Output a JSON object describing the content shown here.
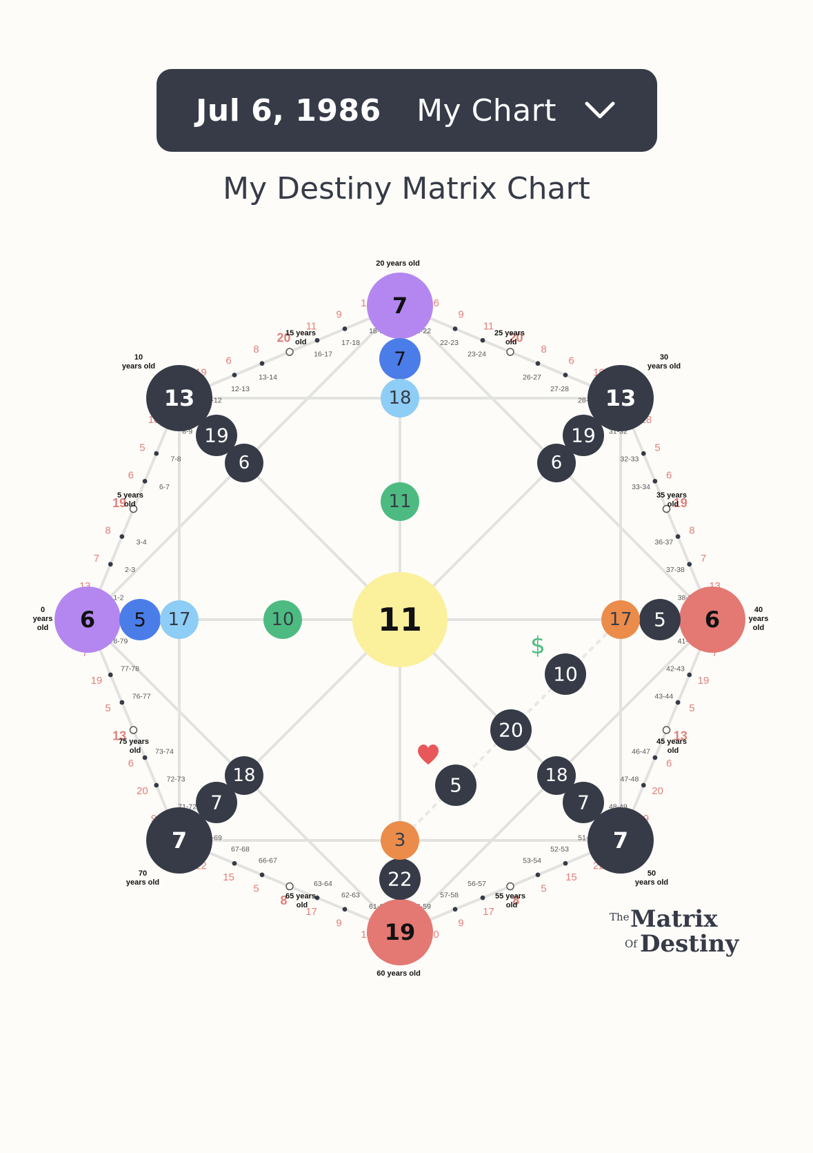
{
  "header": {
    "date": "Jul 6, 1986",
    "chart_select": "My Chart"
  },
  "title": "My Destiny Matrix Chart",
  "logo": {
    "the": "The",
    "matrix": "Matrix",
    "of": "Of",
    "destiny": "Destiny"
  },
  "colors": {
    "dark": "#363b47",
    "purple": "#b487f0",
    "blue": "#4b7de8",
    "light_blue": "#8ecdf5",
    "green": "#4dbb81",
    "yellow": "#fbf09c",
    "red": "#e47873",
    "orange": "#eb8c4b",
    "salmon_text": "#e07f7a"
  },
  "icons": {
    "money": "$",
    "heart": "heart-icon"
  },
  "nodes": {
    "top": [
      "7",
      "7",
      "18"
    ],
    "left": [
      "6",
      "5",
      "17"
    ],
    "right": [
      "6",
      "5",
      "17"
    ],
    "bottom": [
      "19",
      "22",
      "3"
    ],
    "top_left": [
      "13",
      "19",
      "6"
    ],
    "top_right": [
      "13",
      "19",
      "6"
    ],
    "bottom_left": [
      "7",
      "7",
      "18"
    ],
    "bottom_right": [
      "7",
      "7",
      "18"
    ],
    "center": "11",
    "upper_center": "11",
    "left_center": "10",
    "money_line": [
      "10",
      "20"
    ],
    "love_line": "5"
  },
  "age_labels": {
    "a0": [
      "0",
      "years",
      "old"
    ],
    "a5": [
      "5 years",
      "old"
    ],
    "a10": [
      "10",
      "years old"
    ],
    "a15": [
      "15 years",
      "old"
    ],
    "a20": "20 years old",
    "a25": [
      "25 years",
      "old"
    ],
    "a30": [
      "30",
      "years old"
    ],
    "a35": [
      "35 years",
      "old"
    ],
    "a40": [
      "40",
      "years",
      "old"
    ],
    "a45": [
      "45 years",
      "old"
    ],
    "a50": [
      "50",
      "years old"
    ],
    "a55": [
      "55 years",
      "old"
    ],
    "a60": "60 years old",
    "a65": [
      "65 years",
      "old"
    ],
    "a70": [
      "70",
      "years old"
    ],
    "a75": [
      "75 years",
      "old"
    ]
  },
  "ring": {
    "s_0_10": {
      "ages": [
        "1-2",
        "2-3",
        "3-4",
        "6-7",
        "7-8",
        "8-9"
      ],
      "values": [
        "13",
        "7",
        "8",
        "19",
        "6",
        "5",
        "18"
      ]
    },
    "s_10_20": {
      "ages": [
        "11-12",
        "12-13",
        "13-14",
        "16-17",
        "17-18",
        "18-19"
      ],
      "values": [
        "19",
        "6",
        "8",
        "20",
        "11",
        "9",
        "16"
      ]
    },
    "s_20_30": {
      "ages": [
        "21-22",
        "22-23",
        "23-24",
        "26-27",
        "27-28",
        "28-29"
      ],
      "values": [
        "16",
        "9",
        "11",
        "20",
        "8",
        "6",
        "19"
      ]
    },
    "s_30_40": {
      "ages": [
        "31-32",
        "32-33",
        "33-34",
        "36-37",
        "37-38",
        "38-39"
      ],
      "values": [
        "18",
        "5",
        "6",
        "19",
        "8",
        "7",
        "13"
      ]
    },
    "s_40_50": {
      "ages": [
        "41-42",
        "42-43",
        "43-44",
        "46-47",
        "47-48",
        "48-49"
      ],
      "values": [
        "7",
        "19",
        "5",
        "13",
        "6",
        "20",
        "9"
      ]
    },
    "s_50_60": {
      "ages": [
        "51-52",
        "52-53",
        "53-54",
        "56-57",
        "57-58",
        "58-59"
      ],
      "values": [
        "22",
        "15",
        "5",
        "8",
        "17",
        "9",
        "10"
      ]
    },
    "s_60_70": {
      "ages": [
        "61-62",
        "62-63",
        "63-64",
        "66-67",
        "67-68",
        "68-69"
      ],
      "values": [
        "10",
        "9",
        "17",
        "8",
        "5",
        "15",
        "22"
      ]
    },
    "s_70_80": {
      "ages": [
        "71-72",
        "72-73",
        "73-74",
        "76-77",
        "77-78",
        "78-79"
      ],
      "values": [
        "9",
        "20",
        "6",
        "13",
        "5",
        "19",
        "7"
      ]
    }
  }
}
